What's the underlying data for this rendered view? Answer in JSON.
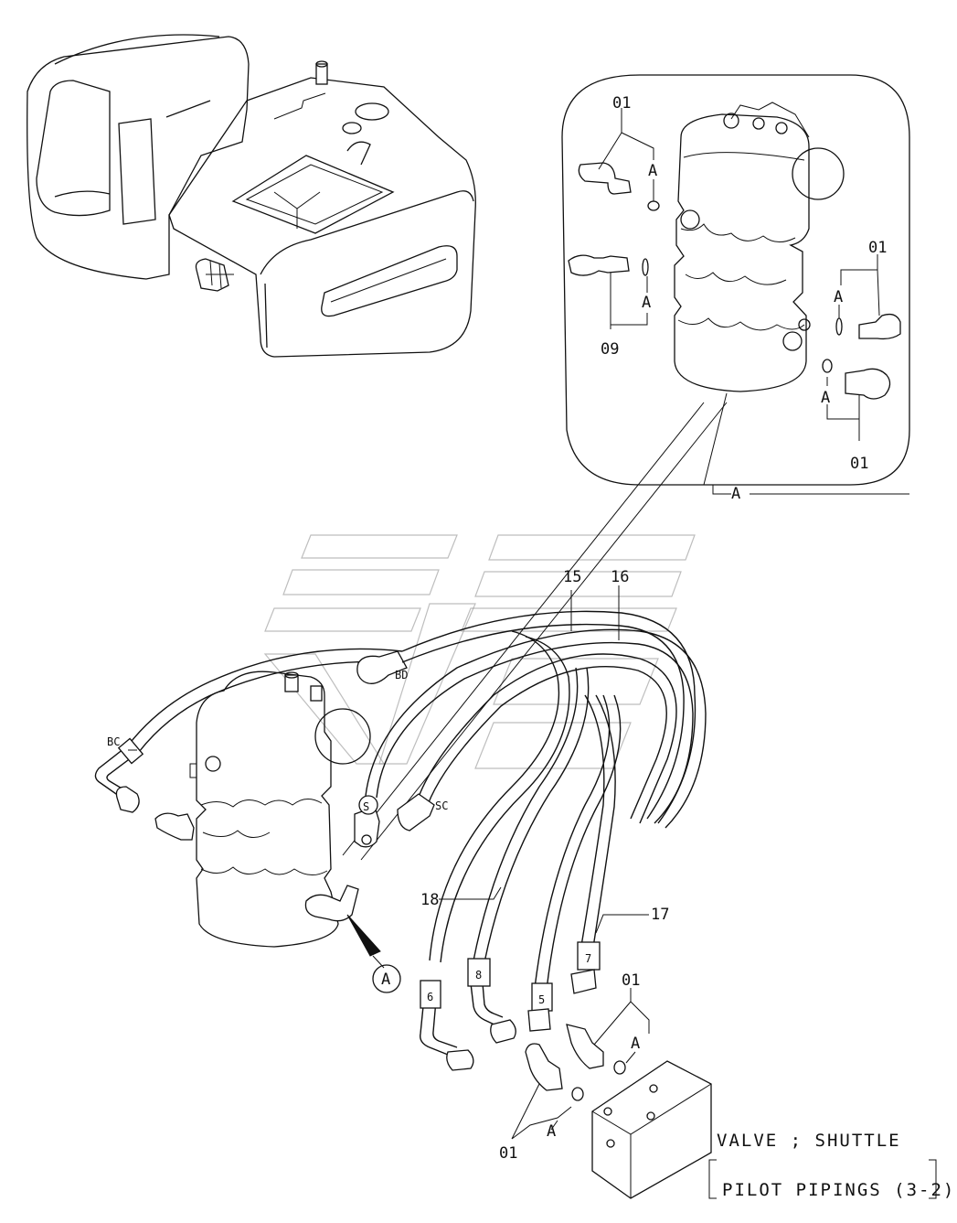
{
  "title": {
    "line1": "VALVE ; SHUTTLE",
    "line2": "PILOT PIPINGS (3-2)"
  },
  "callouts": {
    "detail_01_top": "01",
    "detail_01_right": "01",
    "detail_01_bottom": "01",
    "detail_09": "09",
    "detail_A1": "A",
    "detail_A2": "A",
    "detail_A3": "A",
    "detail_A4": "A",
    "detail_A_ref": "A",
    "hose_15": "15",
    "hose_16": "16",
    "hose_17": "17",
    "hose_18": "18",
    "port_BD": "BD",
    "port_BC": "BC",
    "port_SC": "SC",
    "marker_S": "S",
    "marker_A_circle": "A",
    "tag_5": "5",
    "tag_6": "6",
    "tag_7": "7",
    "tag_8": "8",
    "valve_01_top": "01",
    "valve_01_bottom": "01",
    "valve_A_top": "A",
    "valve_A_bottom": "A"
  },
  "colors": {
    "line": "#111111",
    "watermark": "#888888",
    "background": "#ffffff"
  }
}
